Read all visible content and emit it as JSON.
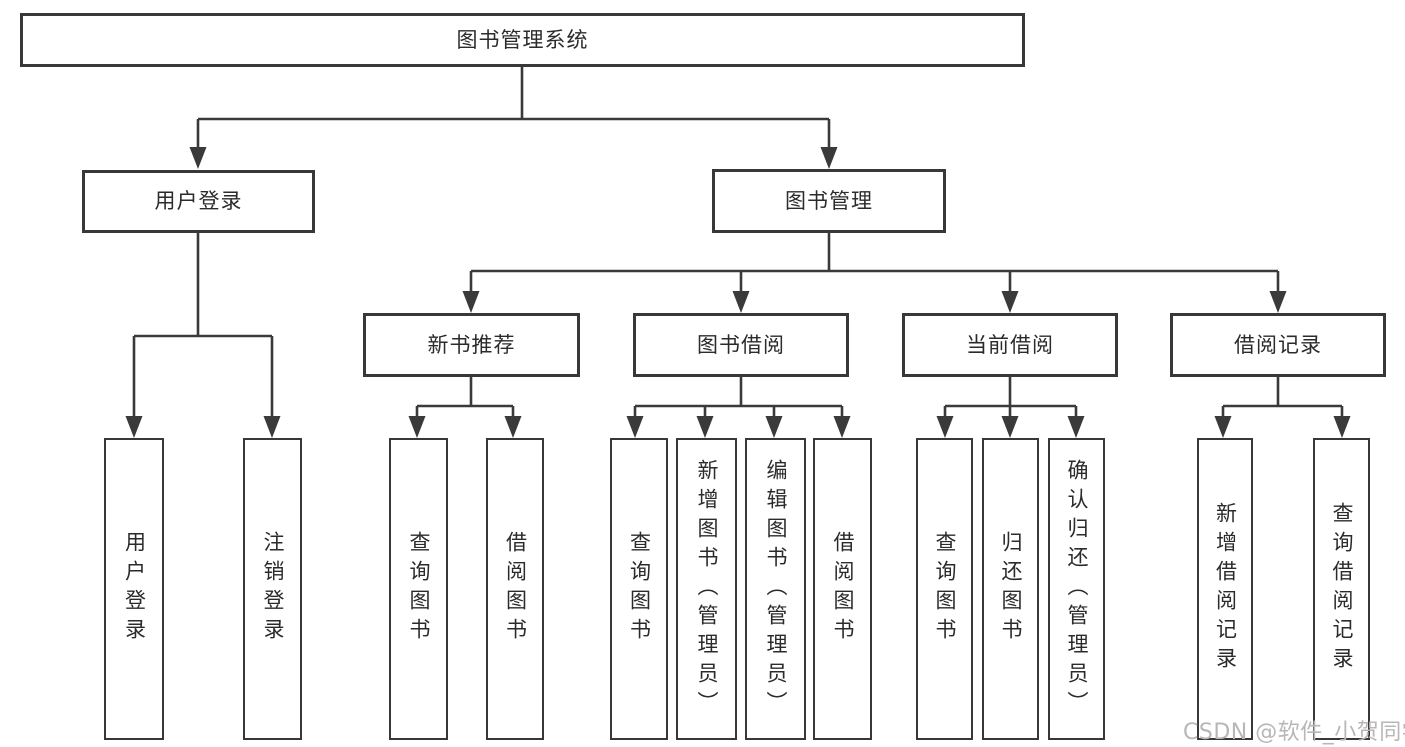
{
  "style": {
    "ink_color": "#3a3a3a",
    "box_border_color": "#383838",
    "text_color": "#2b2b2b",
    "watermark_color": "#b9b6b6",
    "background": "#ffffff"
  },
  "tree": {
    "root": "图书管理系统",
    "level2": [
      "用户登录",
      "图书管理"
    ],
    "level3": [
      "新书推荐",
      "图书借阅",
      "当前借阅",
      "借阅记录"
    ],
    "leaves": {
      "user_login": [
        "用户登录",
        "注销登录"
      ],
      "new_book_rec": [
        "查询图书",
        "借阅图书"
      ],
      "book_borrow": [
        "查询图书",
        "新增图书（管理员）",
        "编辑图书（管理员）",
        "借阅图书"
      ],
      "current_borrow": [
        "查询图书",
        "归还图书",
        "确认归还（管理员）"
      ],
      "borrow_record": [
        "新增借阅记录",
        "查询借阅记录"
      ]
    }
  },
  "watermark": "CSDN @软件_小贺同学"
}
